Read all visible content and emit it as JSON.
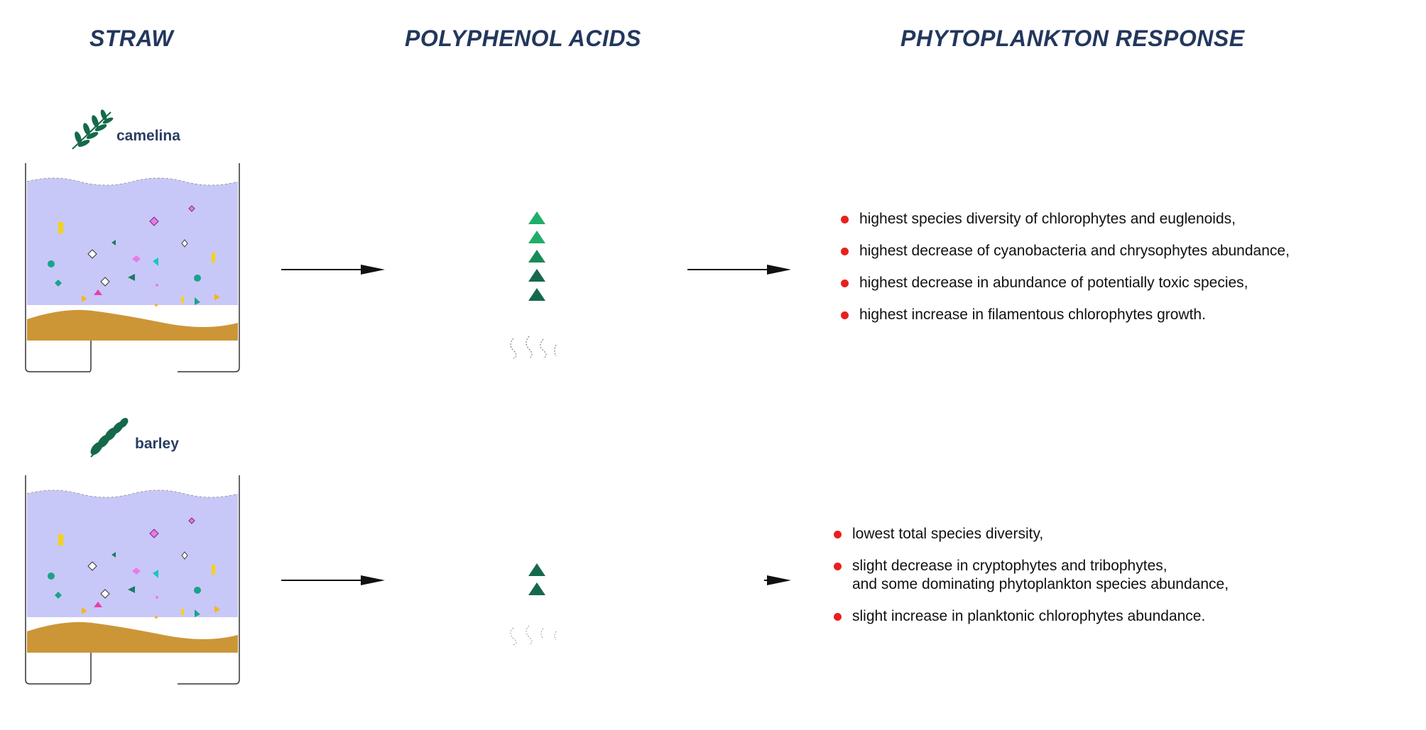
{
  "headers": {
    "straw": "STRAW",
    "polyphenol": "POLYPHENOL ACIDS",
    "response": "PHYTOPLANKTON RESPONSE"
  },
  "rows": [
    {
      "plant": "camelina",
      "acid_level": 5,
      "responses": [
        "highest species diversity of chlorophytes and euglenoids,",
        "highest decrease of cyanobacteria and chrysophytes abundance,",
        "highest decrease in abundance of potentially toxic species,",
        "highest increase in filamentous chlorophytes growth."
      ]
    },
    {
      "plant": "barley",
      "acid_level": 2,
      "responses": [
        "lowest total species diversity,",
        [
          "slight decrease in cryptophytes and tribophytes,",
          "and some dominating phytoplankton species abundance,"
        ],
        "slight increase in planktonic chlorophytes abundance."
      ]
    }
  ],
  "colors": {
    "header": "#23375d",
    "water": "#c8c8f8",
    "sediment": "#cc9637",
    "bullet": "#e8201f",
    "triangle_dark": "#15694a",
    "triangle_light": "#1fae6a"
  }
}
